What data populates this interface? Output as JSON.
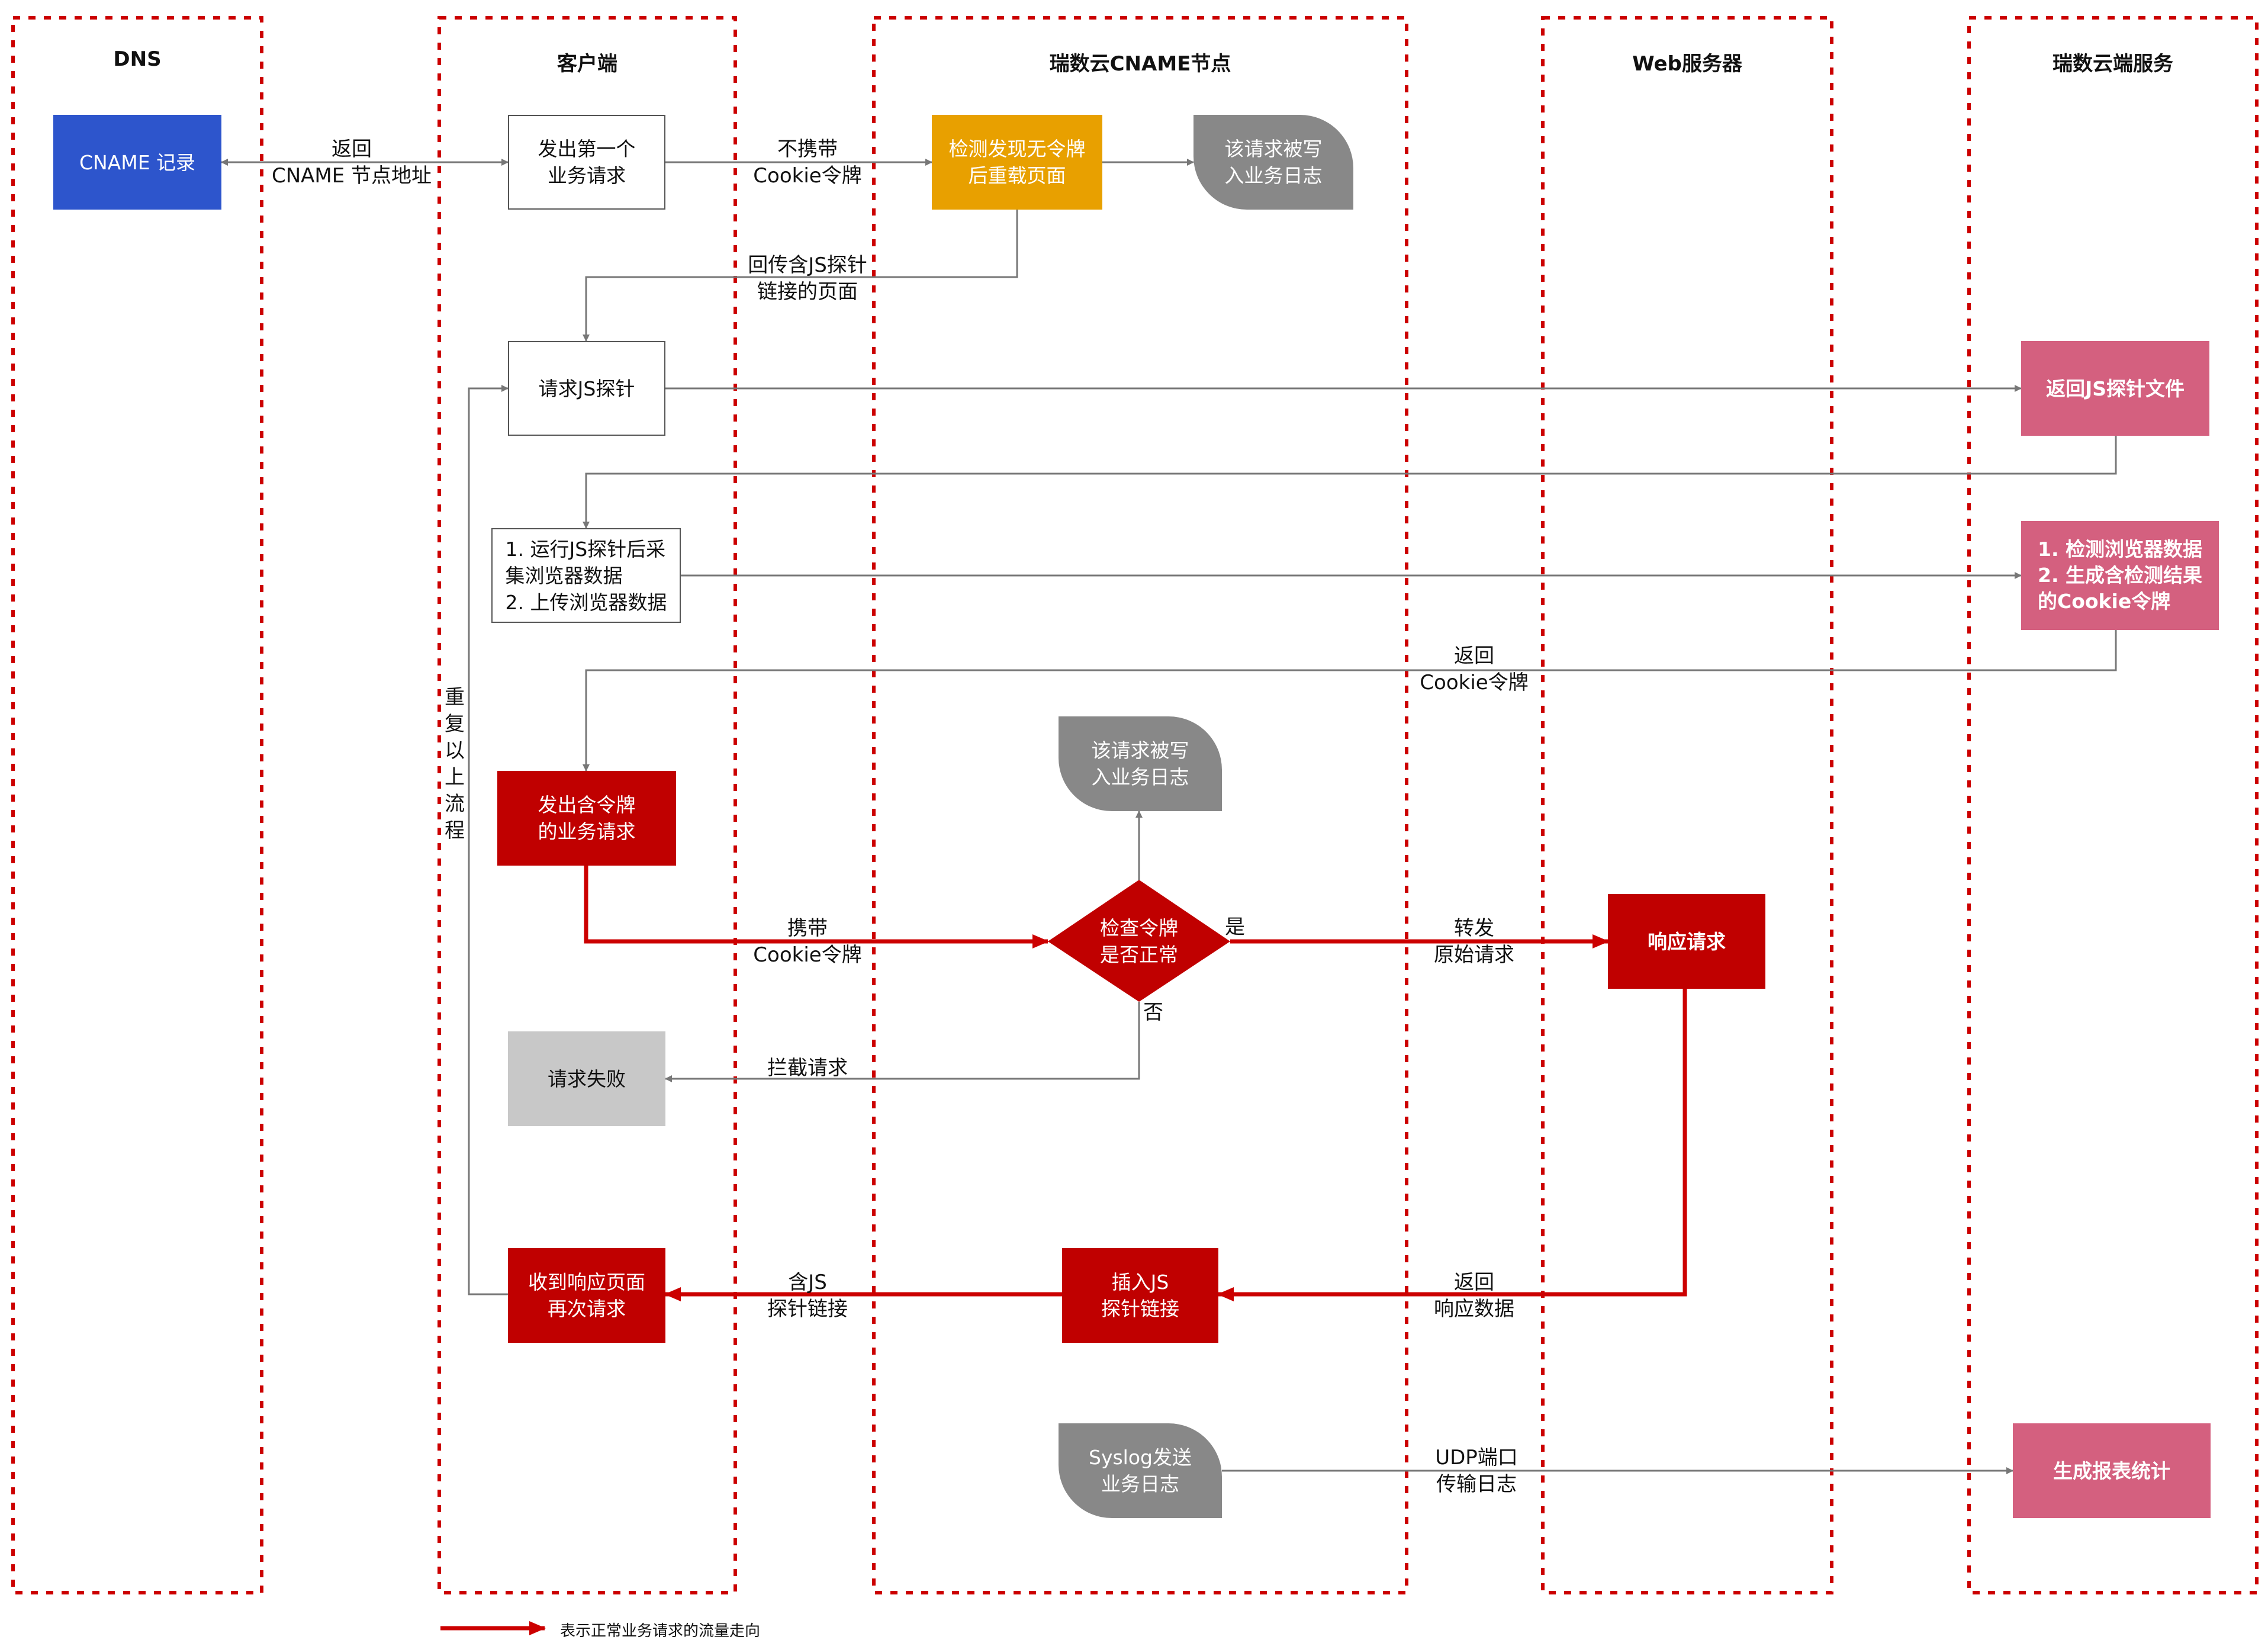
{
  "lanes": [
    "DNS",
    "客户端",
    "瑞数云CNAME节点",
    "Web服务器",
    "瑞数云端服务"
  ],
  "nodes": {
    "cname_record": "CNAME 记录",
    "first_request": "发出第一个\n业务请求",
    "detect_no_token": "检测发现无令牌\n后重载页面",
    "log_written_1": "该请求被写\n入业务日志",
    "request_js_probe": "请求JS探针",
    "return_js_file": "返回JS探针文件",
    "run_js_probe": "1. 运行JS探针后采\n集浏览器数据\n2. 上传浏览器数据",
    "detect_browser": "1. 检测浏览器数据\n2. 生成含检测结果\n的Cookie令牌",
    "request_with_token": "发出含令牌\n的业务请求",
    "log_written_2": "该请求被写\n入业务日志",
    "check_token": "检查令牌\n是否正常",
    "respond_request": "响应请求",
    "request_failed": "请求失败",
    "receive_response": "收到响应页面\n再次请求",
    "insert_js": "插入JS\n探针链接",
    "syslog": "Syslog发送\n业务日志",
    "generate_report": "生成报表统计"
  },
  "edge_labels": {
    "return_cname": "返回\nCNAME 节点地址",
    "no_cookie": "不携带\nCookie令牌",
    "return_page_js": "回传含JS探针\n链接的页面",
    "return_cookie": "返回\nCookie令牌",
    "carry_cookie": "携带\nCookie令牌",
    "yes": "是",
    "no": "否",
    "forward_original": "转发\n原始请求",
    "intercept": "拦截请求",
    "return_data": "返回\n响应数据",
    "with_js_link": "含JS\n探针链接",
    "udp_port": "UDP端口\n传输日志",
    "repeat": "重\n复\n以\n上\n流\n程"
  },
  "legend": "表示正常业务请求的流量走向",
  "colors": {
    "lane_border": "#cc0000",
    "main_flow": "#cc0000",
    "thin_flow": "#777777",
    "red_box": "#c00000",
    "pink_box": "#d4607f",
    "gold_box": "#e8a000",
    "blue_box": "#2d55cc",
    "grey_doc": "#888888",
    "grey_box": "#c8c8c8"
  }
}
